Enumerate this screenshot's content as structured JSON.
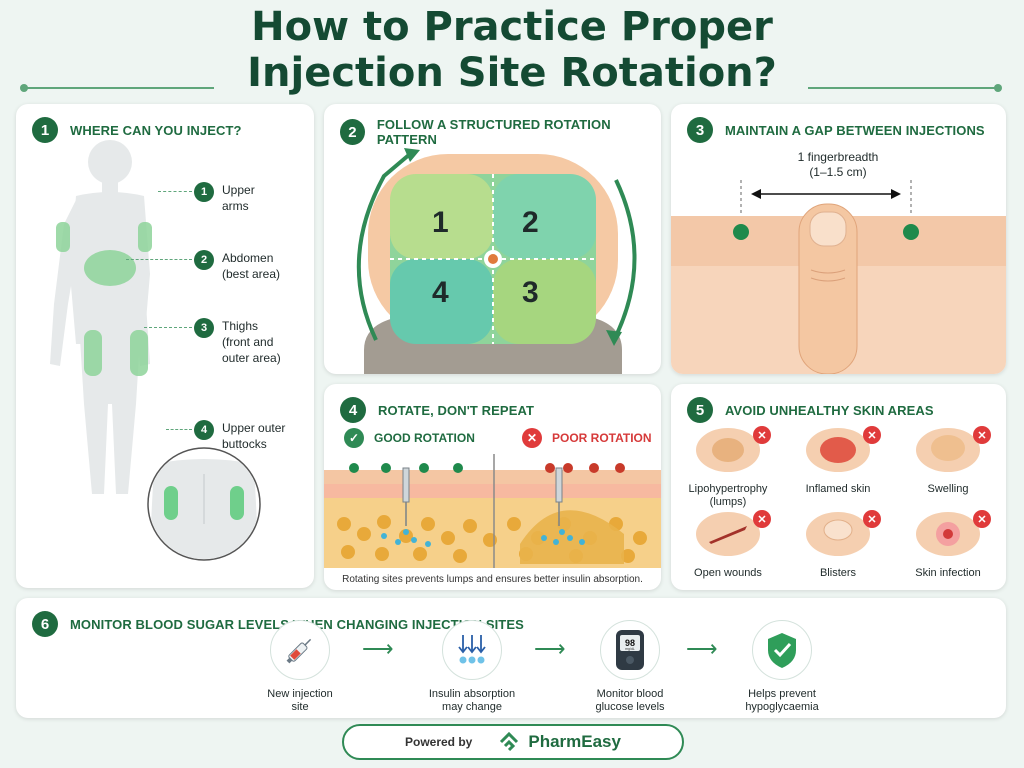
{
  "title": {
    "line1": "How to Practice Proper",
    "line2": "Injection Site Rotation?"
  },
  "panel1": {
    "number": "1",
    "title": "WHERE CAN YOU INJECT?",
    "callouts": [
      {
        "number": "1",
        "text": [
          "Upper",
          "arms"
        ]
      },
      {
        "number": "2",
        "text": [
          "Abdomen",
          "(best area)"
        ]
      },
      {
        "number": "3",
        "text": [
          "Thighs",
          "(front and",
          "outer area)"
        ]
      },
      {
        "number": "4",
        "text": [
          "Upper outer",
          "buttocks"
        ]
      }
    ]
  },
  "panel2": {
    "number": "2",
    "title": "FOLLOW A STRUCTURED ROTATION PATTERN",
    "quadrants": [
      "1",
      "2",
      "4",
      "3"
    ]
  },
  "panel3": {
    "number": "3",
    "title": "MAINTAIN A GAP BETWEEN INJECTIONS",
    "gap_label_1": "1 fingerbreadth",
    "gap_label_2": "(1–1.5 cm)"
  },
  "panel4": {
    "number": "4",
    "title": "ROTATE, DON'T REPEAT",
    "good_label": "GOOD ROTATION",
    "poor_label": "POOR ROTATION",
    "caption": "Rotating sites prevents lumps and ensures better insulin absorption."
  },
  "panel5": {
    "number": "5",
    "title": "AVOID UNHEALTHY SKIN AREAS",
    "items": [
      {
        "label": [
          "Lipohypertrophy",
          "(lumps)"
        ]
      },
      {
        "label": [
          "Inflamed skin"
        ]
      },
      {
        "label": [
          "Swelling"
        ]
      },
      {
        "label": [
          "Open wounds"
        ]
      },
      {
        "label": [
          "Blisters"
        ]
      },
      {
        "label": [
          "Skin infection"
        ]
      }
    ]
  },
  "panel6": {
    "number": "6",
    "title": "MONITOR BLOOD SUGAR LEVELS WHEN CHANGING INJECTION SITES",
    "steps": [
      {
        "label": [
          "New injection",
          "site"
        ]
      },
      {
        "label": [
          "Insulin absorption",
          "may change"
        ]
      },
      {
        "label": [
          "Monitor blood",
          "glucose levels"
        ],
        "meter_value": "98",
        "meter_unit": "mg/dL"
      },
      {
        "label": [
          "Helps prevent",
          "hypoglycaemia"
        ]
      }
    ]
  },
  "footer": {
    "powered_by": "Powered by",
    "brand": "PharmEasy"
  },
  "colors": {
    "brand_green": "#1f6b40",
    "accent_green": "#2f8a55",
    "warning_red": "#e03b3b",
    "background": "#eef5f2"
  }
}
